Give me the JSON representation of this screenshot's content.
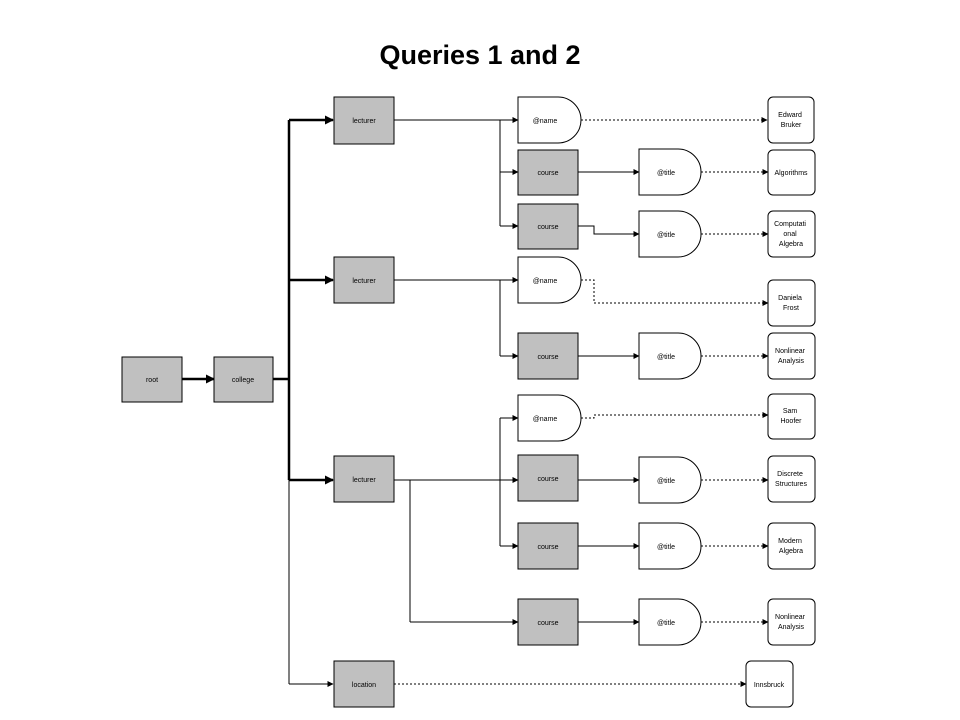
{
  "title": "Queries 1 and 2",
  "nodes": {
    "root": "root",
    "college": "college",
    "lecturer1": "lecturer",
    "lecturer2": "lecturer",
    "lecturer3": "lecturer",
    "location": "location",
    "name1": "@name",
    "name2": "@name",
    "name3": "@name",
    "course1": "course",
    "course2": "course",
    "course3": "course",
    "course4": "course",
    "course5": "course",
    "course6": "course",
    "title1": "@title",
    "title2": "@title",
    "title3": "@title",
    "title4": "@title",
    "title5": "@title",
    "title6": "@title"
  },
  "values": {
    "v1": [
      "Edward",
      "Bruker"
    ],
    "v2": [
      "Algorithms"
    ],
    "v3": [
      "Computati",
      "onal",
      "Algebra"
    ],
    "v4": [
      "Daniela",
      "Frost"
    ],
    "v5": [
      "Nonlinear",
      "Analysis"
    ],
    "v6": [
      "Sam",
      "Hoofer"
    ],
    "v7": [
      "Discrete",
      "Structures"
    ],
    "v8": [
      "Modern",
      "Algebra"
    ],
    "v9": [
      "Nonlinear",
      "Analysis"
    ],
    "v10": [
      "Innsbruck"
    ]
  }
}
